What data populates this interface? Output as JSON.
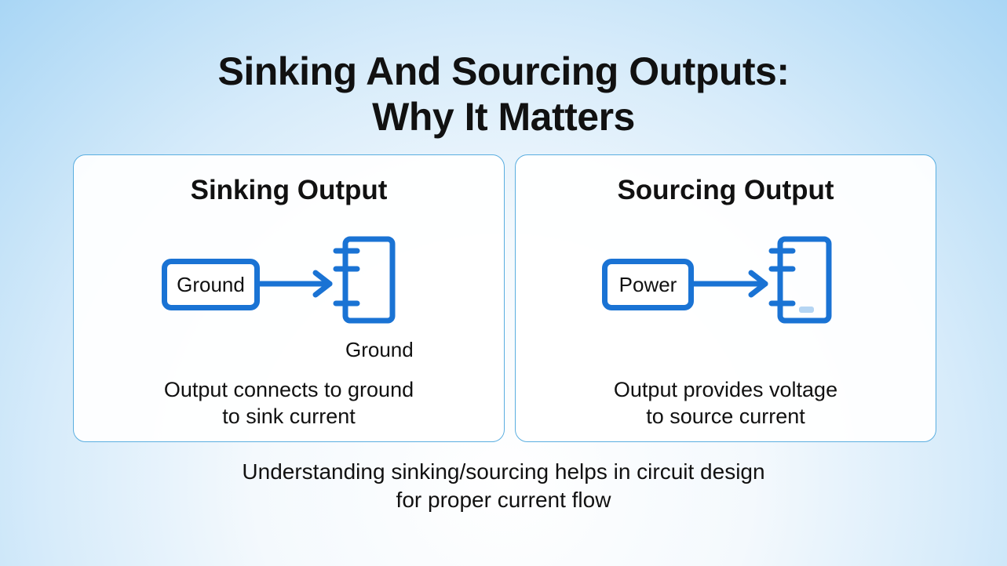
{
  "title": [
    "Sinking And Sourcing Outputs:",
    "Why It Matters"
  ],
  "panels": [
    {
      "title": "Sinking Output",
      "source_label": "Ground",
      "device_label": "Ground",
      "description": [
        "Output connects to ground",
        "to sink current"
      ]
    },
    {
      "title": "Sourcing Output",
      "source_label": "Power",
      "description": [
        "Output provides voltage",
        "to source current"
      ]
    }
  ],
  "footer": [
    "Understanding sinking/sourcing helps in circuit design",
    "for proper current flow"
  ],
  "colors": {
    "accent": "#1a73d4",
    "panel_border": "#5aaee0"
  }
}
